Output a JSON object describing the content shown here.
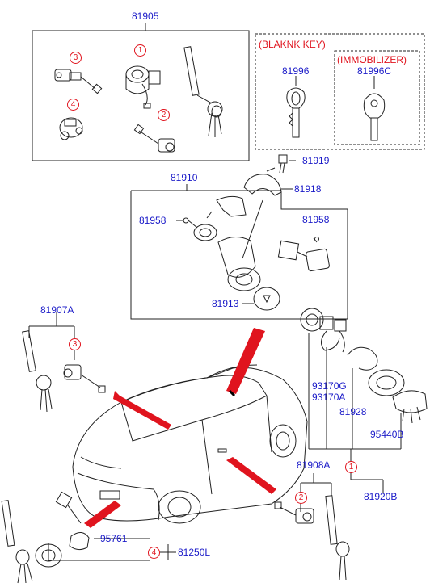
{
  "colors": {
    "part_number": "#1a1ac8",
    "callout": "#e0141e",
    "line": "#222222"
  },
  "part_numbers": {
    "p81905": "81905",
    "p81996": "81996",
    "p81996c": "81996C",
    "p81919": "81919",
    "p81910": "81910",
    "p81918": "81918",
    "p81958a": "81958",
    "p81958b": "81958",
    "p81913": "81913",
    "p81907a": "81907A",
    "p93170g": "93170G",
    "p93170a": "93170A",
    "p81928": "81928",
    "p95440b": "95440B",
    "p81908a": "81908A",
    "p81920b": "81920B",
    "p95761": "95761",
    "p81250l": "81250L"
  },
  "group_labels": {
    "blank_key": "(BLAKNK KEY)",
    "immobilizer": "(IMMOBILIZER)"
  },
  "callouts": {
    "c1": "1",
    "c2": "2",
    "c3": "3",
    "c4": "4",
    "c3b": "3",
    "c1b": "1",
    "c2b": "2",
    "c4b": "4"
  }
}
